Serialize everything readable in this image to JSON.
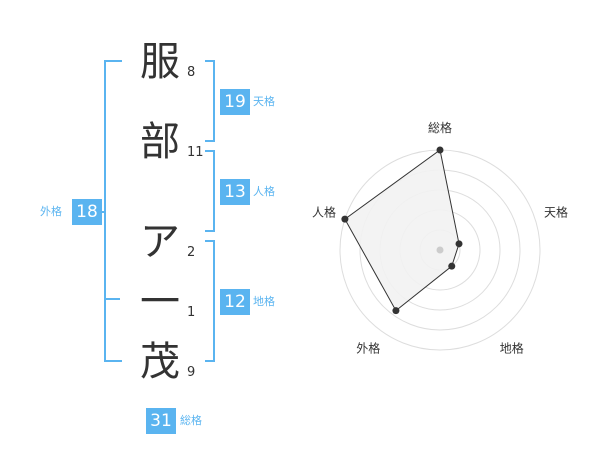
{
  "name": {
    "chars": [
      {
        "char": "服",
        "strokes": "8"
      },
      {
        "char": "部",
        "strokes": "11"
      },
      {
        "char": "ア",
        "strokes": "2"
      },
      {
        "char": "一",
        "strokes": "1"
      },
      {
        "char": "茂",
        "strokes": "9"
      }
    ]
  },
  "kaku": {
    "tenkaku": {
      "value": "19",
      "label": "天格"
    },
    "jinkaku": {
      "value": "13",
      "label": "人格"
    },
    "chikaku": {
      "value": "12",
      "label": "地格"
    },
    "gaikaku": {
      "value": "18",
      "label": "外格"
    },
    "soukaku": {
      "value": "31",
      "label": "総格"
    }
  },
  "chart_data": {
    "type": "radar",
    "axes": [
      "総格",
      "天格",
      "地格",
      "外格",
      "人格"
    ],
    "values": [
      1.0,
      0.2,
      0.2,
      0.75,
      1.0
    ],
    "rings": 5,
    "colors": {
      "fill": "#f2f2f2",
      "ring": "#dddddd",
      "line": "#333333",
      "center": "#cccccc"
    }
  },
  "colors": {
    "accent": "#5ab4f0",
    "text": "#333333"
  }
}
